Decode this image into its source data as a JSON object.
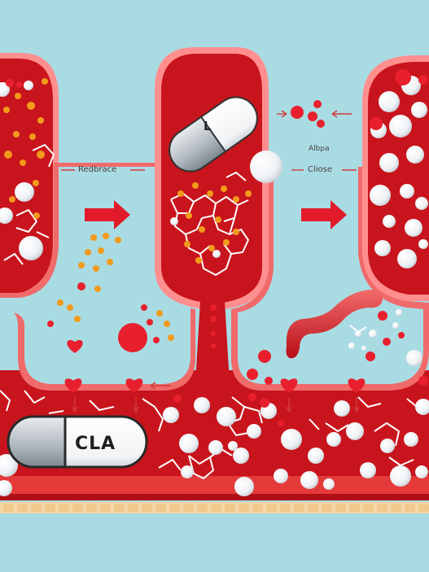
{
  "labels": {
    "reduce": "Redbrace",
    "alpha": "Albpa",
    "close": "Cliose",
    "capsule_small": "L",
    "capsule_large": "CLA"
  },
  "colors": {
    "background": "#a9dbe3",
    "vessel_red": "#c8141c",
    "vessel_light": "#f06a6a",
    "vessel_edge": "#ff8f8f",
    "inner_fluid": "#a9dbe3",
    "arrow_red": "#e11b2a",
    "orange_particle": "#f29a1c",
    "white_particle": "#f4f6f8",
    "red_particle": "#e8202d",
    "tan_band": "#f6cf9a"
  },
  "icons": [
    "heart-icon",
    "right-arrow-icon",
    "capsule-icon",
    "molecule-icon"
  ]
}
